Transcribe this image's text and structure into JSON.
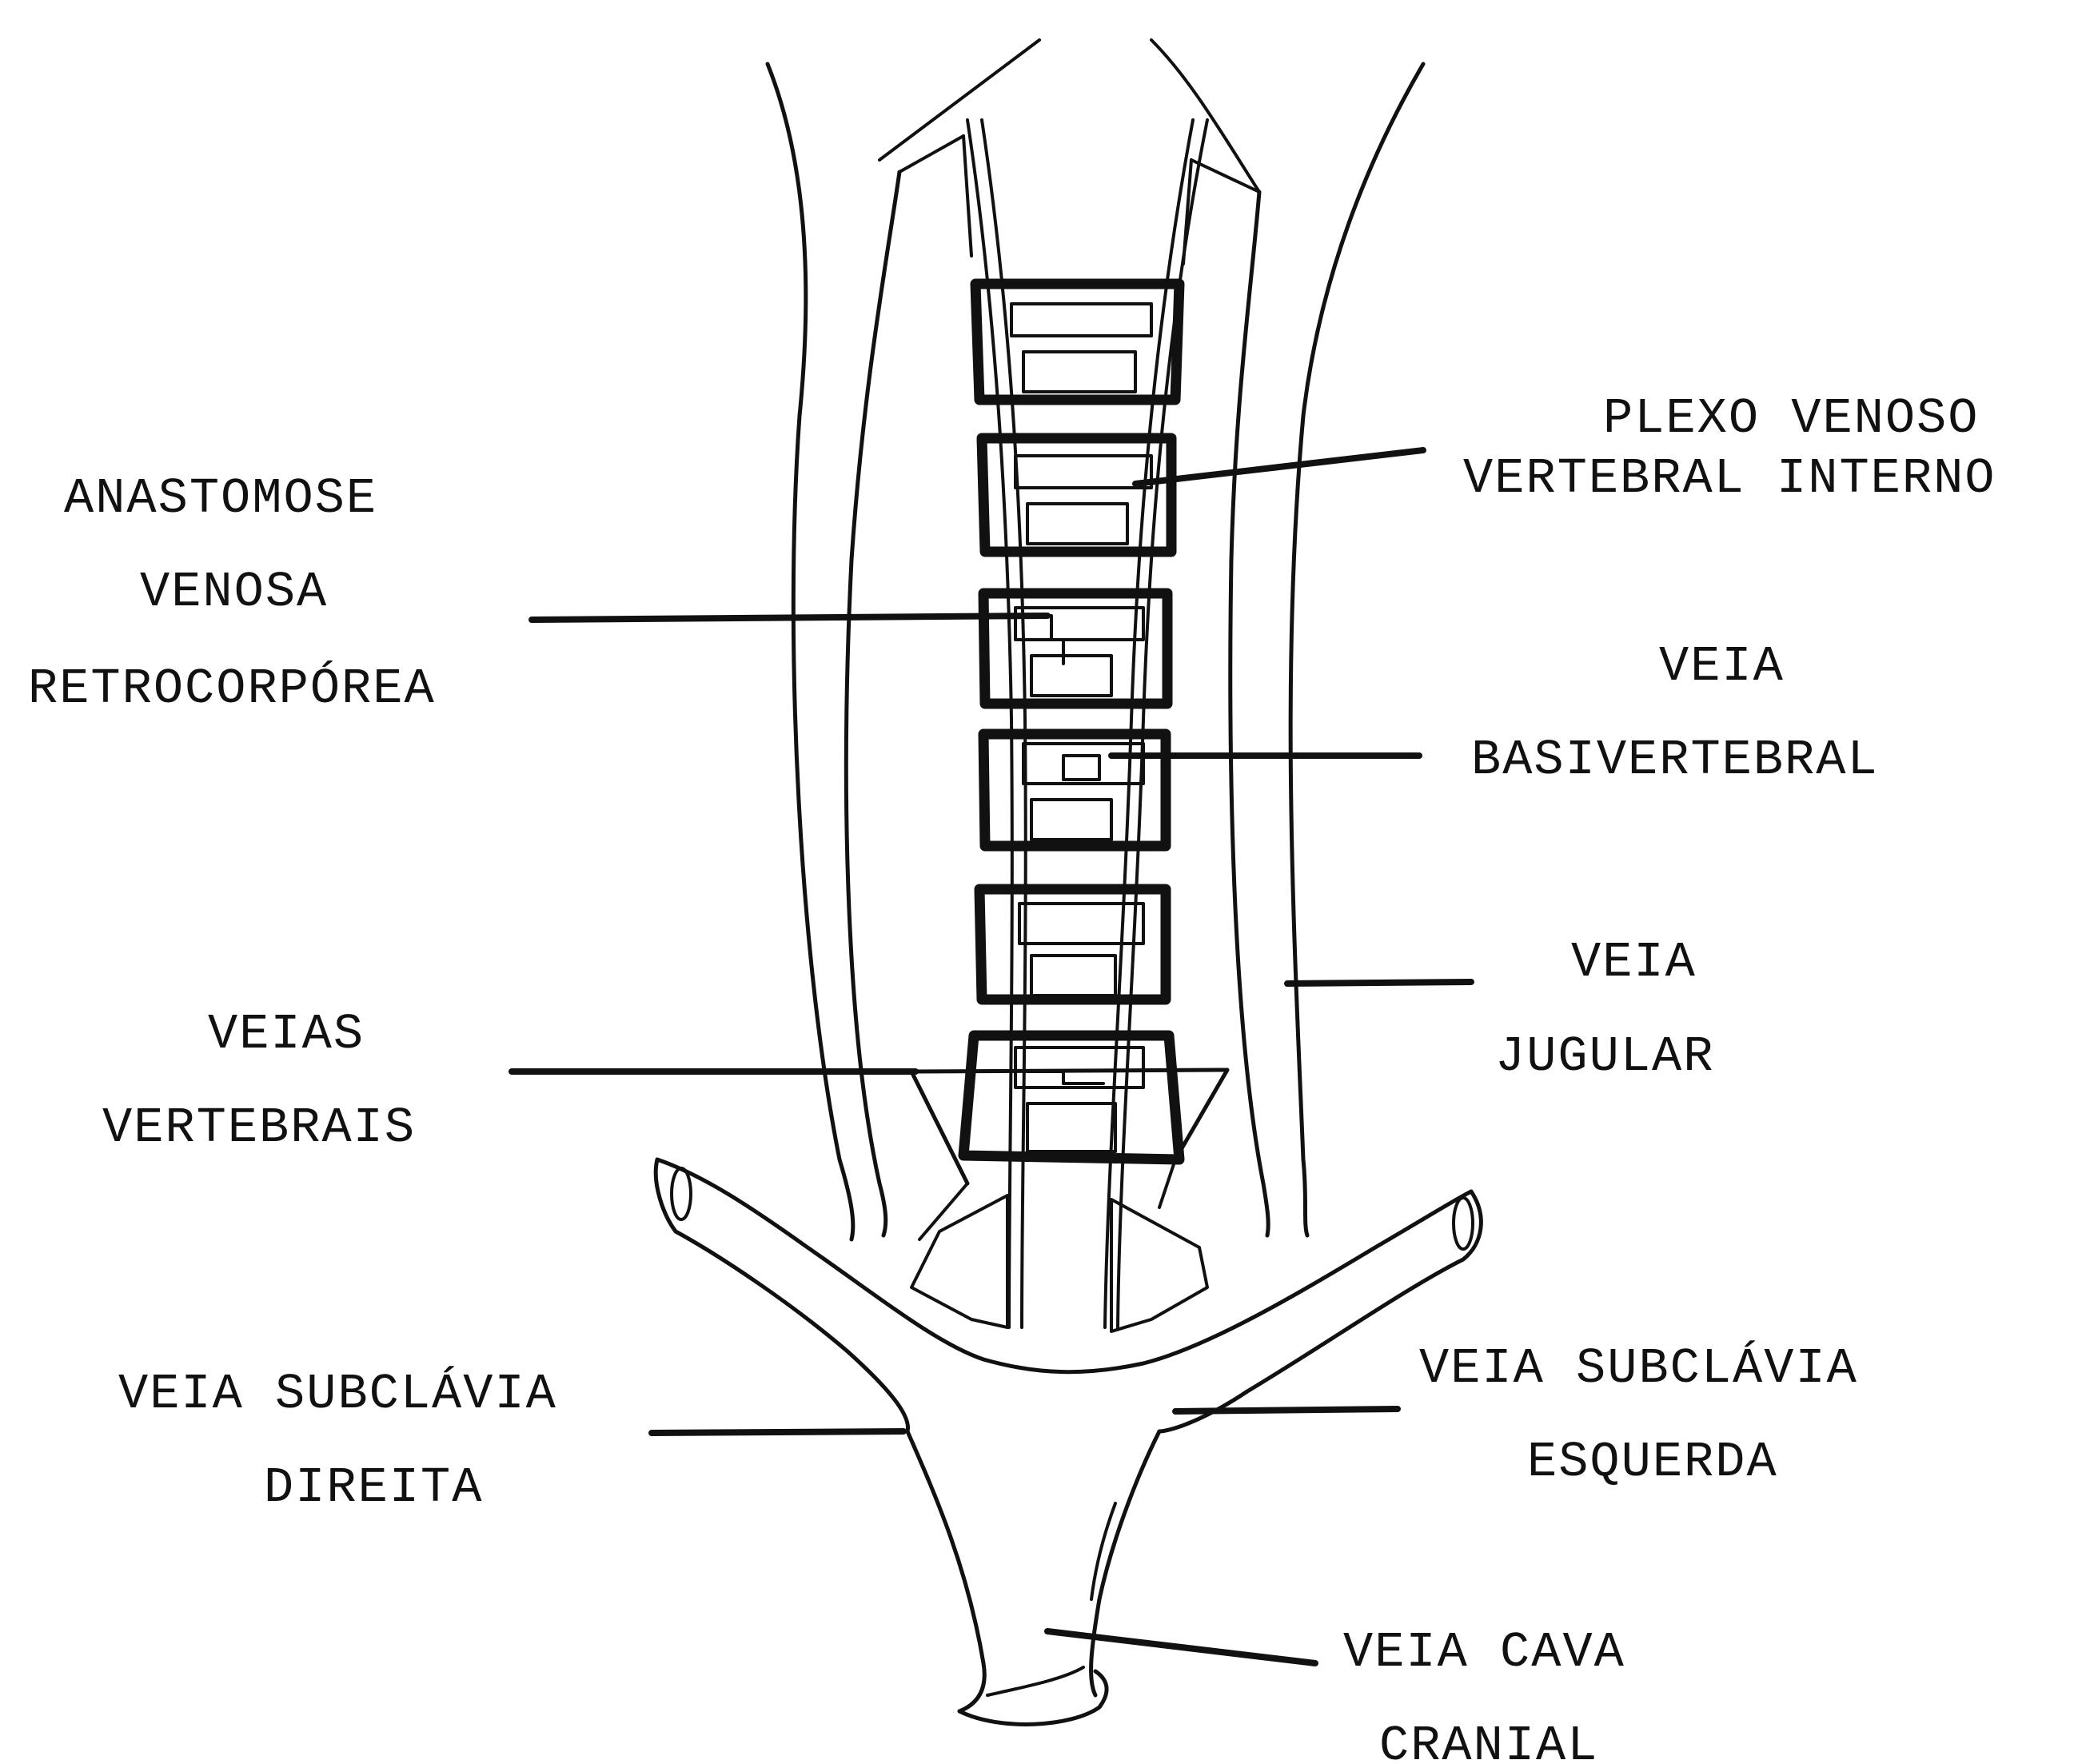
{
  "labels": {
    "plexo_l1": "PLEXO VENOSO",
    "plexo_l2": "VERTEBRAL INTERNO",
    "anast_l1": "ANASTOMOSE",
    "anast_l2": "VENOSA",
    "anast_l3": "RETROCORPÓREA",
    "basi_l1": "VEIA",
    "basi_l2": "BASIVERTEBRAL",
    "jug_l1": "VEIA",
    "jug_l2": "JUGULAR",
    "vert_l1": "VEIAS",
    "vert_l2": "VERTEBRAIS",
    "subd_l1": "VEIA SUBCLÁVIA",
    "subd_l2": "DIREITA",
    "sube_l1": "VEIA SUBCLÁVIA",
    "sube_l2": "ESQUERDA",
    "cava_l1": "VEIA CAVA",
    "cava_l2": "CRANIAL"
  },
  "colors": {
    "ink": "#111111",
    "paper": "#ffffff"
  }
}
